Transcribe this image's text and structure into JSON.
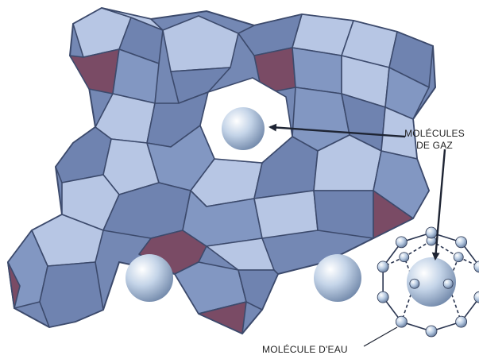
{
  "labels": {
    "gas_molecules_line1": "MOLÉCULES",
    "gas_molecules_line2": "DE GAZ",
    "water_molecule": "MOLÉCULE D'EAU"
  },
  "colors": {
    "face_dark": "#6f83b0",
    "face_mid": "#8297c2",
    "face_light": "#b7c6e4",
    "face_maroon": "#7a4b65",
    "edge": "#3c4a6c",
    "sphere": "#b9cbe0"
  }
}
